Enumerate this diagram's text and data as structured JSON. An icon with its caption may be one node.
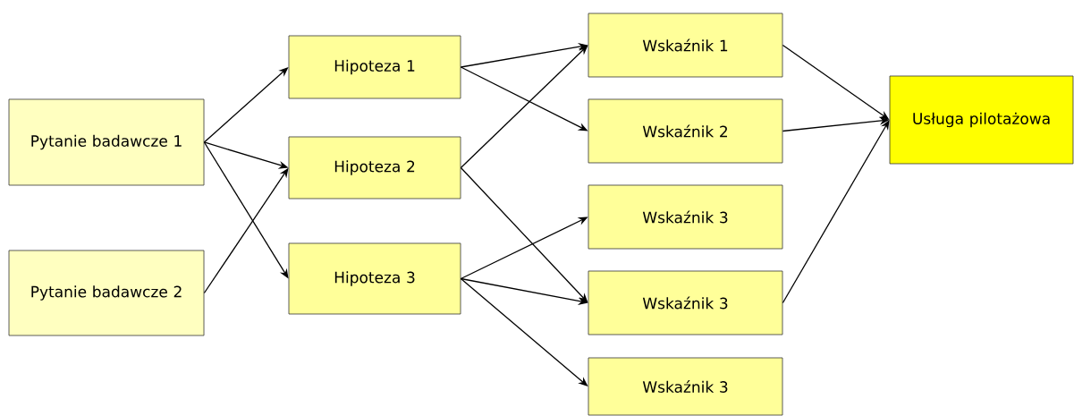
{
  "diagram": {
    "nodes": [
      {
        "text": [
          "Pytanie badawcze 1"
        ]
      },
      {
        "text": [
          "Pytanie badawcze 2"
        ]
      },
      {
        "text": [
          "Hipoteza 1"
        ]
      },
      {
        "text": [
          "Hipoteza 2"
        ]
      },
      {
        "text": [
          "Hipoteza 3"
        ]
      },
      {
        "text": [
          "Wskaźnik 1"
        ]
      },
      {
        "text": [
          "Wskaźnik 2"
        ]
      },
      {
        "text": [
          "Wskaźnik 3"
        ]
      },
      {
        "text": [
          "Wskaźnik 3"
        ]
      },
      {
        "text": [
          "Wskaźnik 3"
        ]
      },
      {
        "text": [
          "Usługa pilotażowa"
        ]
      }
    ],
    "edges": [
      {
        "from": 0,
        "to": 2,
        "arrow": "to"
      },
      {
        "from": 0,
        "to": 3,
        "arrow": "to"
      },
      {
        "from": 0,
        "to": 4,
        "arrow": "to"
      },
      {
        "from": 1,
        "to": 3,
        "arrow": "to"
      },
      {
        "from": 2,
        "to": 5,
        "arrow": "to"
      },
      {
        "from": 2,
        "to": 6,
        "arrow": "to"
      },
      {
        "from": 3,
        "to": 5,
        "arrow": "to"
      },
      {
        "from": 3,
        "to": 8,
        "arrow": "to"
      },
      {
        "from": 4,
        "to": 7,
        "arrow": "to"
      },
      {
        "from": 4,
        "to": 8,
        "arrow": "to"
      },
      {
        "from": 4,
        "to": 9,
        "arrow": "to"
      },
      {
        "from": 5,
        "to": 10,
        "arrow": "to"
      },
      {
        "from": 6,
        "to": 10,
        "arrow": "to"
      },
      {
        "from": 8,
        "to": 10,
        "arrow": "to"
      }
    ]
  }
}
